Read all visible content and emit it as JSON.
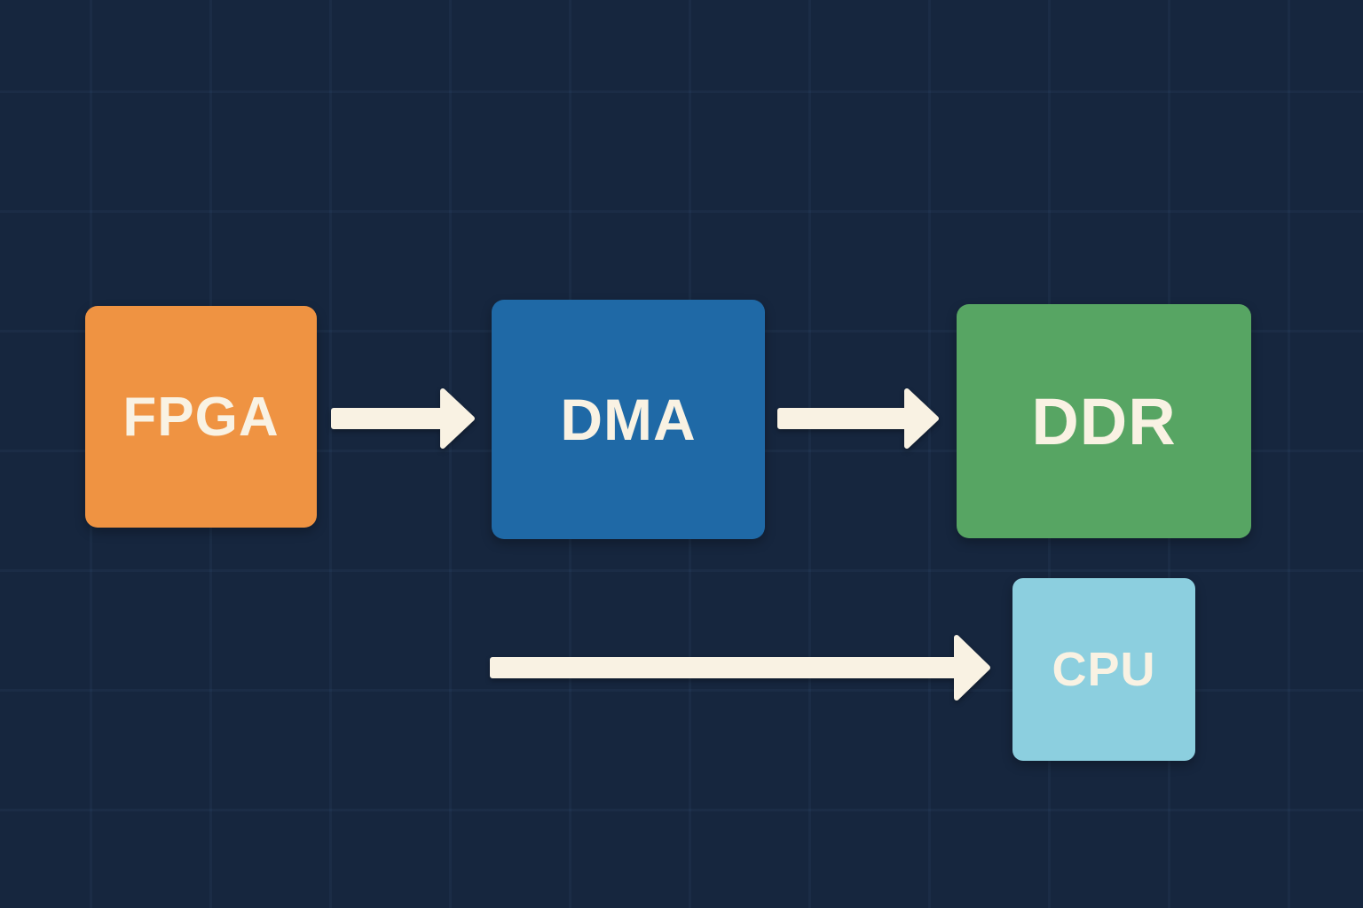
{
  "diagram": {
    "type": "flow-diagram",
    "background_color": "#16263E",
    "grid_color": "#22395C",
    "arrow_color": "#F9F2E3",
    "label_color": "#F9F2E3",
    "nodes": [
      {
        "id": "fpga",
        "label": "FPGA",
        "color": "#EF9342"
      },
      {
        "id": "dma",
        "label": "DMA",
        "color": "#1F69A6"
      },
      {
        "id": "ddr",
        "label": "DDR",
        "color": "#57A563"
      },
      {
        "id": "cpu",
        "label": "CPU",
        "color": "#8CCFDF"
      }
    ],
    "edges": [
      {
        "from": "FPGA",
        "to": "DMA"
      },
      {
        "from": "DMA",
        "to": "DDR"
      },
      {
        "from": "",
        "to": "CPU"
      }
    ]
  }
}
